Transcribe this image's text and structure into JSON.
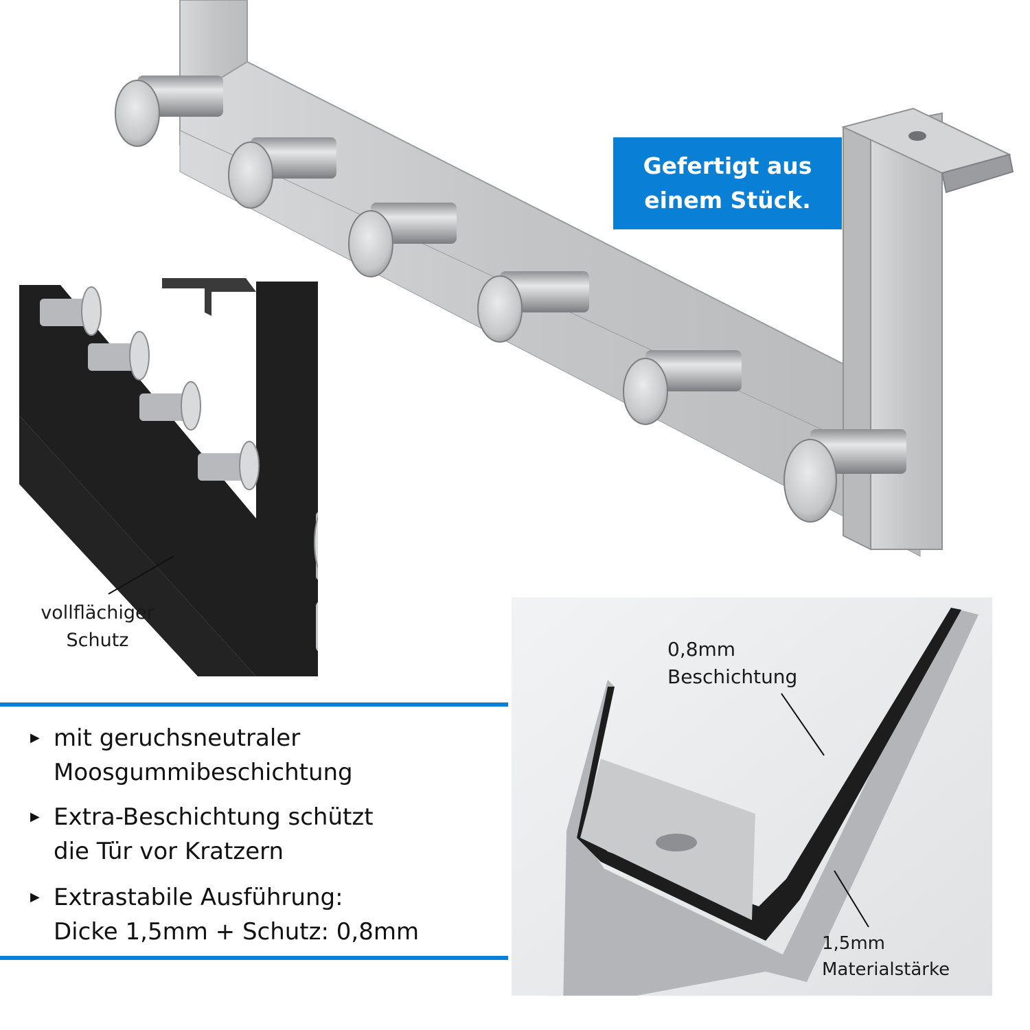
{
  "badge": {
    "line1": "Gefertigt aus",
    "line2": "einem Stück."
  },
  "labels": {
    "left_line1": "vollflächiger",
    "left_line2": "Schutz",
    "coating_line1": "0,8mm",
    "coating_line2": "Beschichtung",
    "thickness_line1": "1,5mm",
    "thickness_line2": "Materialstärke"
  },
  "bullets": [
    {
      "line1": "mit geruchsneutraler",
      "line2": "Moosgummibeschichtung"
    },
    {
      "line1": "Extra-Beschichtung schützt",
      "line2": "die Tür vor Kratzern"
    },
    {
      "line1": "Extrastabile Ausführung:",
      "line2": "Dicke 1,5mm + Schutz: 0,8mm"
    }
  ],
  "icons": {
    "bullet": "triangle-right-icon"
  },
  "colors": {
    "accent": "#0a7fd6",
    "steel": "#c9cbcd",
    "coating": "#1e1e1e",
    "text": "#111111"
  }
}
